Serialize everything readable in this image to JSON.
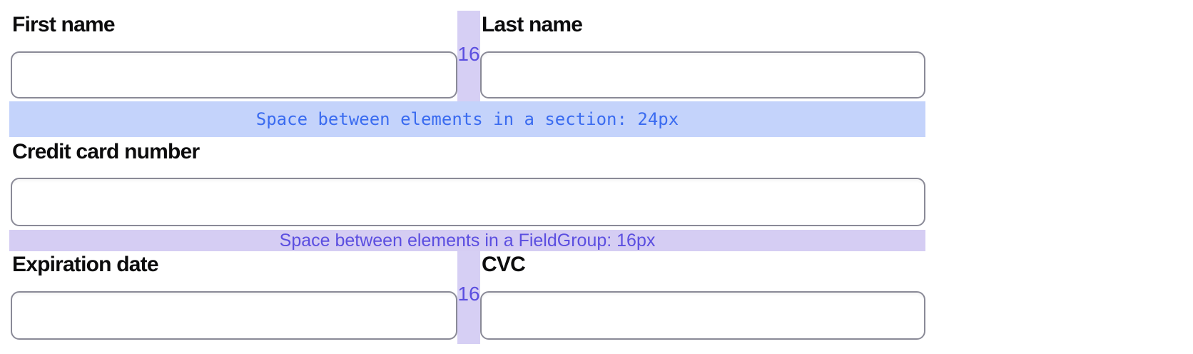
{
  "form": {
    "fields": [
      {
        "id": "first-name",
        "label": "First name",
        "value": ""
      },
      {
        "id": "last-name",
        "label": "Last name",
        "value": ""
      },
      {
        "id": "credit-card-number",
        "label": "Credit card number",
        "value": ""
      },
      {
        "id": "expiration-date",
        "label": "Expiration date",
        "value": ""
      },
      {
        "id": "cvc",
        "label": "CVC",
        "value": ""
      }
    ]
  },
  "annotations": {
    "section_band_text": "Space between elements in a section: 24px",
    "fieldgroup_band_text": "Space between elements in a FieldGroup: 16px",
    "column_gap_top_label": "16",
    "column_gap_bottom_label": "16"
  },
  "colors": {
    "section_band_bg": "#c4d3fb",
    "section_band_text": "#3a6bf0",
    "fieldgroup_band_bg": "#d5cdf3",
    "fieldgroup_band_text": "#5b4ee0",
    "gap_strip_bg": "#d6cff4",
    "gap_label_text": "#5b4ee0",
    "input_border": "#8a8a97",
    "label_text": "#0c0c0d",
    "page_bg": "#ffffff"
  }
}
